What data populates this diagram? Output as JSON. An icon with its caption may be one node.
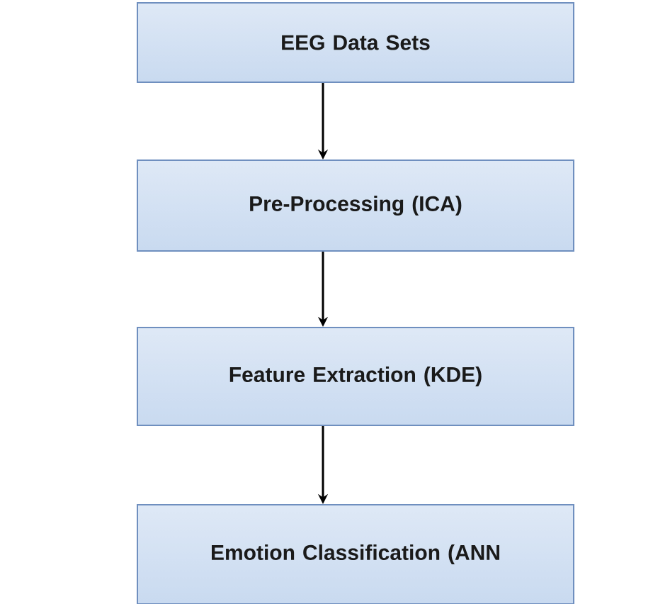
{
  "diagram": {
    "nodes": [
      {
        "text": [
          "EEG Data Sets"
        ]
      },
      {
        "text": [
          "Pre-Processing (ICA)"
        ]
      },
      {
        "text": [
          "Feature Extraction (KDE)"
        ]
      },
      {
        "text": [
          "Emotion Classification (ANN"
        ]
      }
    ],
    "edges": [
      {
        "from": 0,
        "to": 1,
        "arrow": "to"
      },
      {
        "from": 1,
        "to": 2,
        "arrow": "to"
      },
      {
        "from": 2,
        "to": 3,
        "arrow": "to"
      }
    ]
  }
}
